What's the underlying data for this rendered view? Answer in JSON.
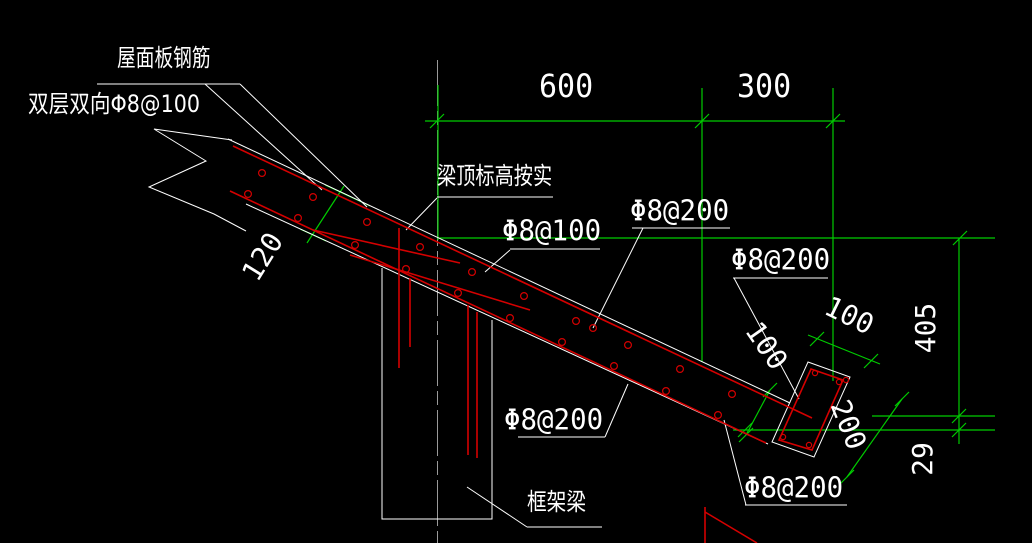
{
  "drawing": {
    "title": "roof-slab-eave-reinforcement-detail",
    "background": "#000000",
    "palette": {
      "outline": "#ffffff",
      "rebar": "#d40000",
      "dimension": "#00cc00",
      "centerline": "#9a9a9a"
    },
    "notes": {
      "roof_note_line1": "屋面板钢筋",
      "roof_note_line2": "双层双向Φ8@100",
      "beam_top_note": "梁顶标高按实",
      "frame_beam_note": "框架梁"
    },
    "rebar_labels": {
      "slab_top": "Φ8@100",
      "slab_distribution": "Φ8@200",
      "eave_outer": "Φ8@200",
      "slab_bottom": "Φ8@200",
      "eave_inner": "Φ8@200"
    },
    "dimensions": {
      "span_600": "600",
      "span_300": "300",
      "slab_thickness_120": "120",
      "eave_width_100": "100",
      "eave_side_100": "100",
      "height_405": "405",
      "eave_depth_200": "200",
      "offset_29": "29"
    }
  }
}
